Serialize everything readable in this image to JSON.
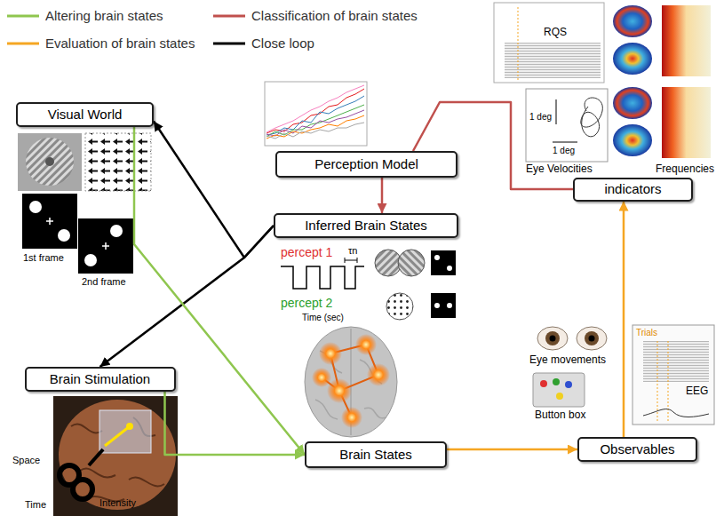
{
  "diagram": {
    "nodes": [
      {
        "text": [
          "Visual World"
        ]
      },
      {
        "text": [
          "Perception Model"
        ]
      },
      {
        "text": [
          "indicators"
        ]
      },
      {
        "text": [
          "Inferred Brain States"
        ]
      },
      {
        "text": [
          "Brain Stimulation"
        ]
      },
      {
        "text": [
          "Observables"
        ]
      },
      {
        "text": [
          "Brain States"
        ]
      }
    ],
    "edges": [
      {
        "from": 3,
        "to": 0,
        "arrow": "to"
      },
      {
        "from": 3,
        "to": 4,
        "arrow": "to"
      },
      {
        "from": 0,
        "to": 6,
        "arrow": "to"
      },
      {
        "from": 4,
        "to": 6,
        "arrow": "to"
      },
      {
        "from": 6,
        "to": 5,
        "arrow": "to"
      },
      {
        "from": 5,
        "to": 2,
        "arrow": "to"
      },
      {
        "from": 2,
        "to": 1,
        "arrow": "none"
      },
      {
        "from": 1,
        "to": 3,
        "arrow": "to"
      }
    ],
    "labels": [
      "RQS",
      "1 deg",
      "1 deg",
      "Eye Velocities",
      "Frequencies",
      "1st frame",
      "2nd frame",
      "percept 1",
      "τn",
      "percept 2",
      "Time (sec)",
      "Space",
      "Time",
      "Intensity",
      "Eye movements",
      "Button box",
      "Trials",
      "EEG"
    ],
    "legend": [
      {
        "text": "Altering brain states",
        "color": "#8fc64f"
      },
      {
        "text": "Classification of brain states",
        "color": "#c0504d"
      },
      {
        "text": "Evaluation of brain states",
        "color": "#f5a623"
      },
      {
        "text": "Close loop",
        "color": "#000000"
      }
    ]
  }
}
